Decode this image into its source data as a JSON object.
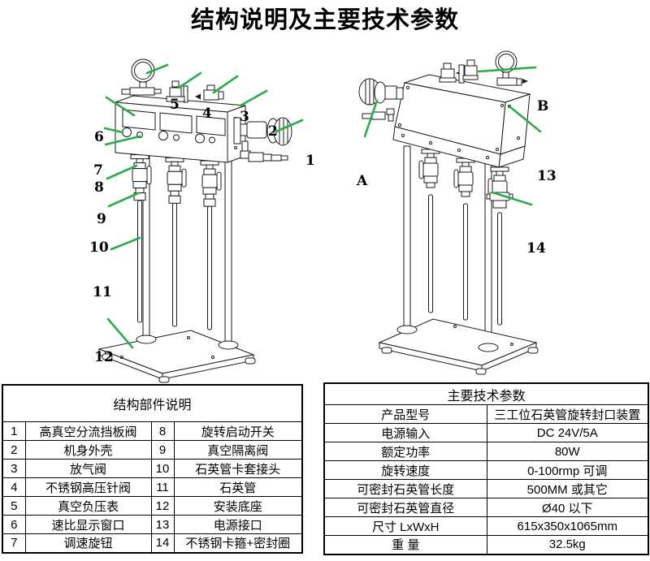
{
  "title": "结构说明及主要技术参数",
  "colors": {
    "leader_line": "#2BAC4A",
    "drawing_line": "#1A1A1A"
  },
  "figures": {
    "left_view": {
      "callouts": [
        "1",
        "2",
        "3",
        "4",
        "5",
        "6",
        "7",
        "8",
        "9",
        "10",
        "11",
        "12"
      ]
    },
    "right_view": {
      "callouts": [
        "A",
        "B",
        "13",
        "14"
      ]
    }
  },
  "parts_table": {
    "title": "结构部件说明",
    "rows": [
      {
        "no_a": "1",
        "name_a": "高真空分流挡板阀",
        "no_b": "8",
        "name_b": "旋转启动开关"
      },
      {
        "no_a": "2",
        "name_a": "机身外壳",
        "no_b": "9",
        "name_b": "真空隔离阀"
      },
      {
        "no_a": "3",
        "name_a": "放气阀",
        "no_b": "10",
        "name_b": "石英管卡套接头"
      },
      {
        "no_a": "4",
        "name_a": "不锈钢高压针阀",
        "no_b": "11",
        "name_b": "石英管"
      },
      {
        "no_a": "5",
        "name_a": "真空负压表",
        "no_b": "12",
        "name_b": "安装底座"
      },
      {
        "no_a": "6",
        "name_a": "速比显示窗口",
        "no_b": "13",
        "name_b": "电源接口"
      },
      {
        "no_a": "7",
        "name_a": "调速旋钮",
        "no_b": "14",
        "name_b": "不锈钢卡箍+密封圈"
      }
    ]
  },
  "specs_table": {
    "title": "主要技术参数",
    "rows": [
      {
        "label": "产品型号",
        "value": "三工位石英管旋转封口装置"
      },
      {
        "label": "电源输入",
        "value": "DC 24V/5A"
      },
      {
        "label": "额定功率",
        "value": "80W"
      },
      {
        "label": "旋转速度",
        "value": "0-100rmp 可调"
      },
      {
        "label": "可密封石英管长度",
        "value": "500MM 或其它"
      },
      {
        "label": "可密封石英管直径",
        "value": "Ø40 以下"
      },
      {
        "label": "尺寸 LxWxH",
        "value": "615x350x1065mm"
      },
      {
        "label": "重  量",
        "value": "32.5kg"
      }
    ]
  }
}
